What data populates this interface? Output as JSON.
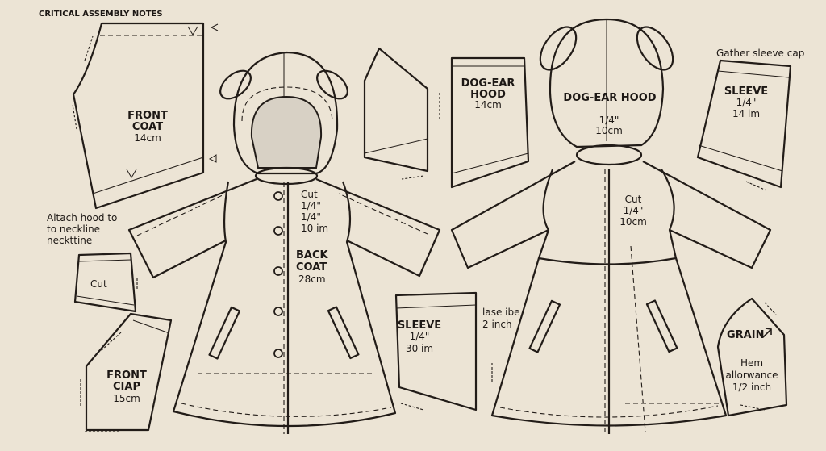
{
  "title": "CRITICAL ASSEMBLY NOTES",
  "pieces": {
    "front_coat": {
      "line1": "FRONT",
      "line2": "COAT",
      "size": "14cm"
    },
    "front_clap": {
      "line1": "FRONT",
      "line2": "CIAP",
      "size": "15cm"
    },
    "cut_small": {
      "label": "Cut"
    },
    "hood_piece": {
      "line1": "DOG-EAR",
      "line2": "HOOD",
      "size": "14cm"
    },
    "sleeve_top": {
      "label": "SLEEVE",
      "seam": "1/4\"",
      "size": "14 im"
    },
    "sleeve_bottom": {
      "label": "SLEEVE",
      "seam": "1/4\"",
      "size": "30 im"
    },
    "grain_piece": {
      "label": "GRAIN",
      "note1": "Hem",
      "note2": "allorwance",
      "note3": "1/2 inch"
    }
  },
  "left_garment": {
    "cut": "Cut",
    "seam1": "1/4\"",
    "seam2": "1/4\"",
    "size": "10 im",
    "back_line1": "BACK",
    "back_line2": "COAT",
    "back_size": "28cm"
  },
  "right_garment": {
    "hood_label": "DOG-EAR HOOD",
    "hood_seam": "1/4\"",
    "hood_size": "10cm",
    "cut": "Cut",
    "seam": "1/4\"",
    "size": "10cm"
  },
  "notes": {
    "attach1": "Altach hood to",
    "attach2": "to neckline",
    "attach3": "neckttine",
    "gather": "Gather sleeve cap",
    "lase1": "lase ibe",
    "lase2": "2 inch"
  }
}
